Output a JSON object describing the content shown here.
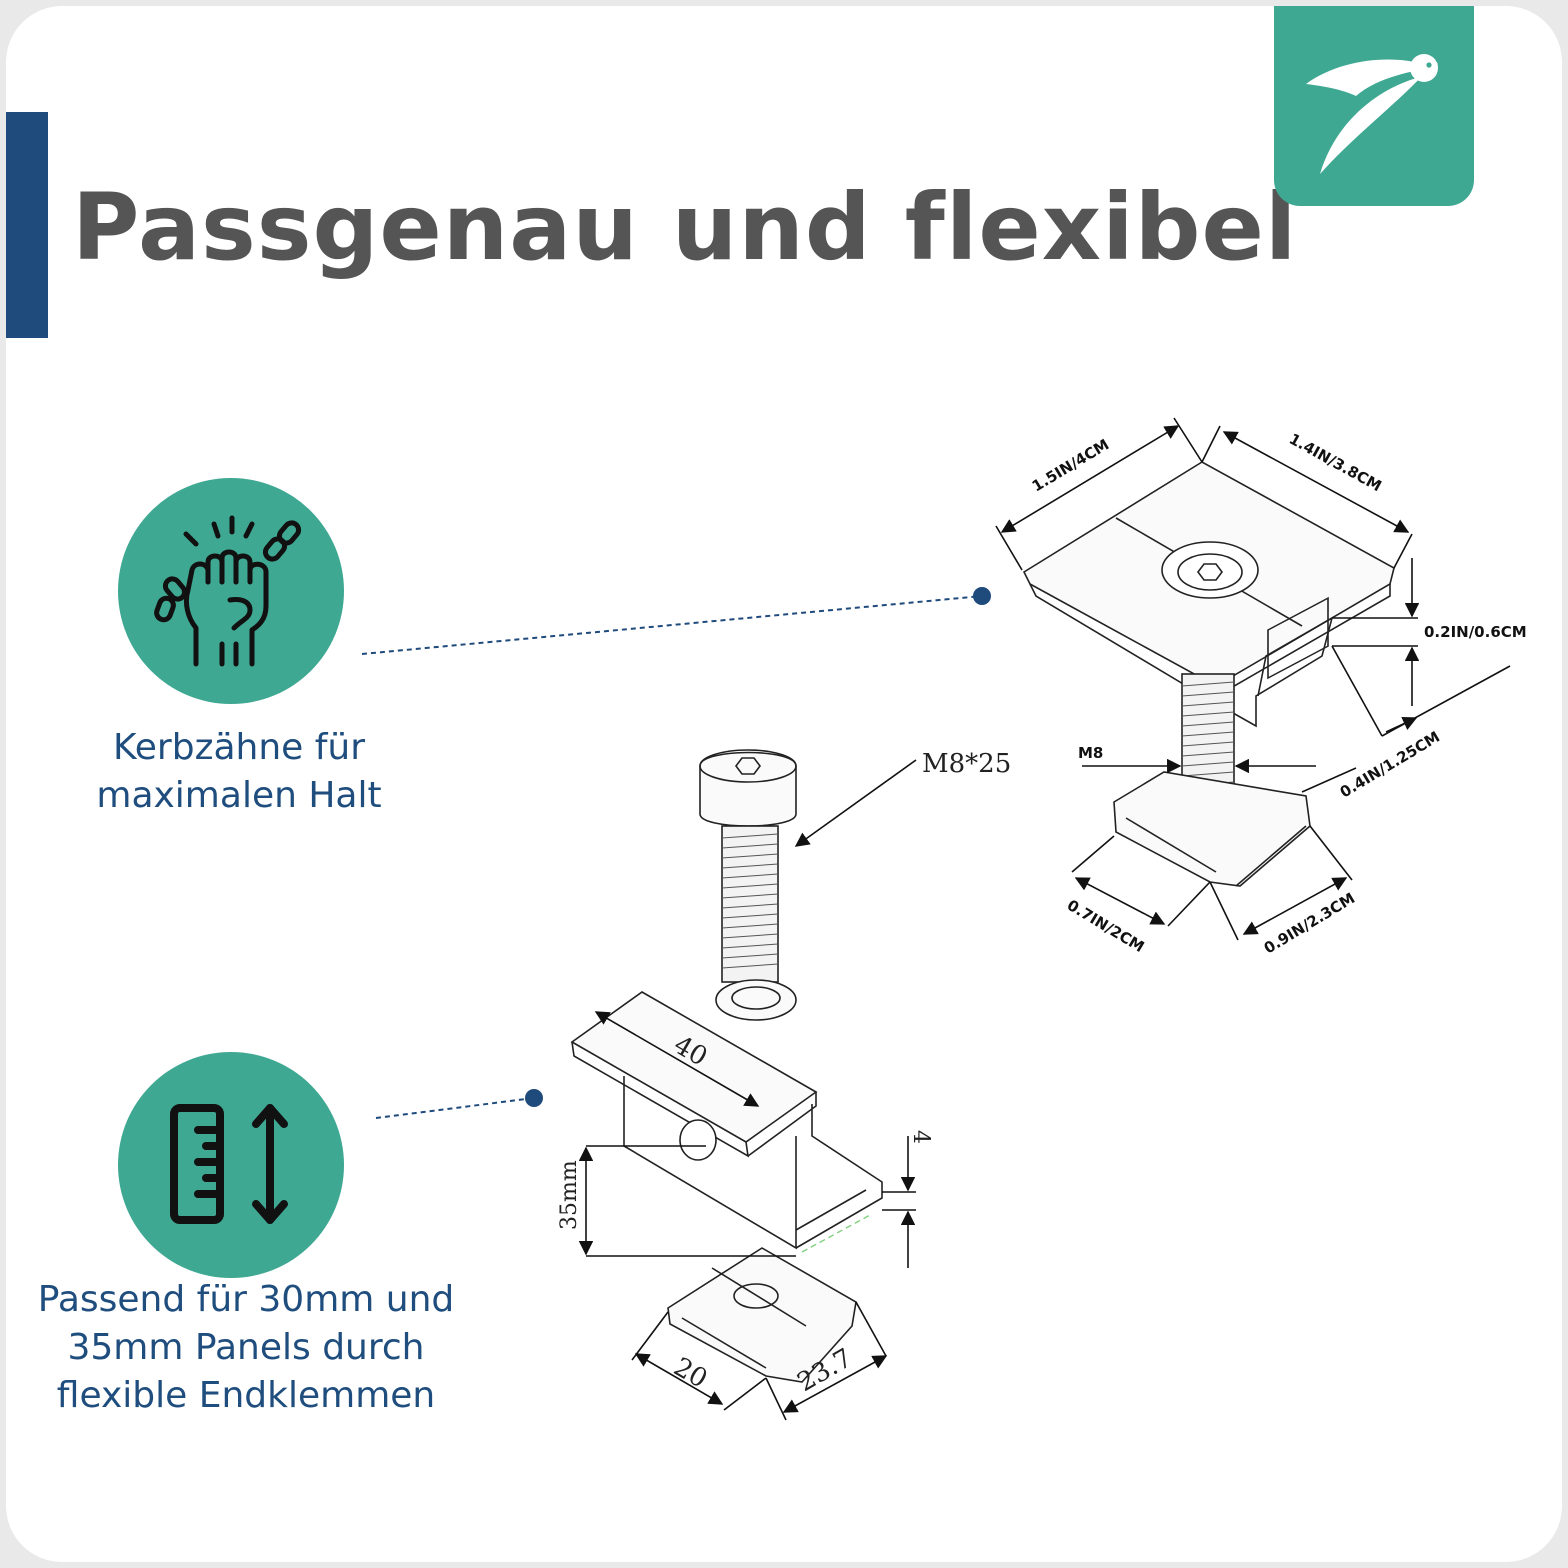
{
  "page": {
    "title": "Passgenau und flexibel"
  },
  "colors": {
    "accent_blue": "#1e4a7c",
    "brand_green": "#3fa893",
    "title_gray": "#555555",
    "caption_blue": "#1f4e7e"
  },
  "features": [
    {
      "icon": "fist-breaking-chain-icon",
      "lines": [
        "Kerbzähne für",
        "maximalen Halt"
      ]
    },
    {
      "icon": "ruler-height-icon",
      "lines": [
        "Passend für 30mm und",
        "35mm Panels durch",
        "flexible Endklemmen"
      ]
    }
  ],
  "middle_clamp_dimensions": {
    "length": "1.5IN/4CM",
    "width": "1.4IN/3.8CM",
    "gap_height": "0.2IN/0.6CM",
    "bolt": "M8",
    "channel_height": "0.4IN/1.25CM",
    "nut_width": "0.7IN/2CM",
    "nut_length": "0.9IN/2.3CM"
  },
  "end_clamp_dimensions": {
    "bolt": "M8*25",
    "top_length": "40",
    "height": "35mm",
    "lip": "4",
    "nut_width": "20",
    "nut_length": "23.7"
  }
}
